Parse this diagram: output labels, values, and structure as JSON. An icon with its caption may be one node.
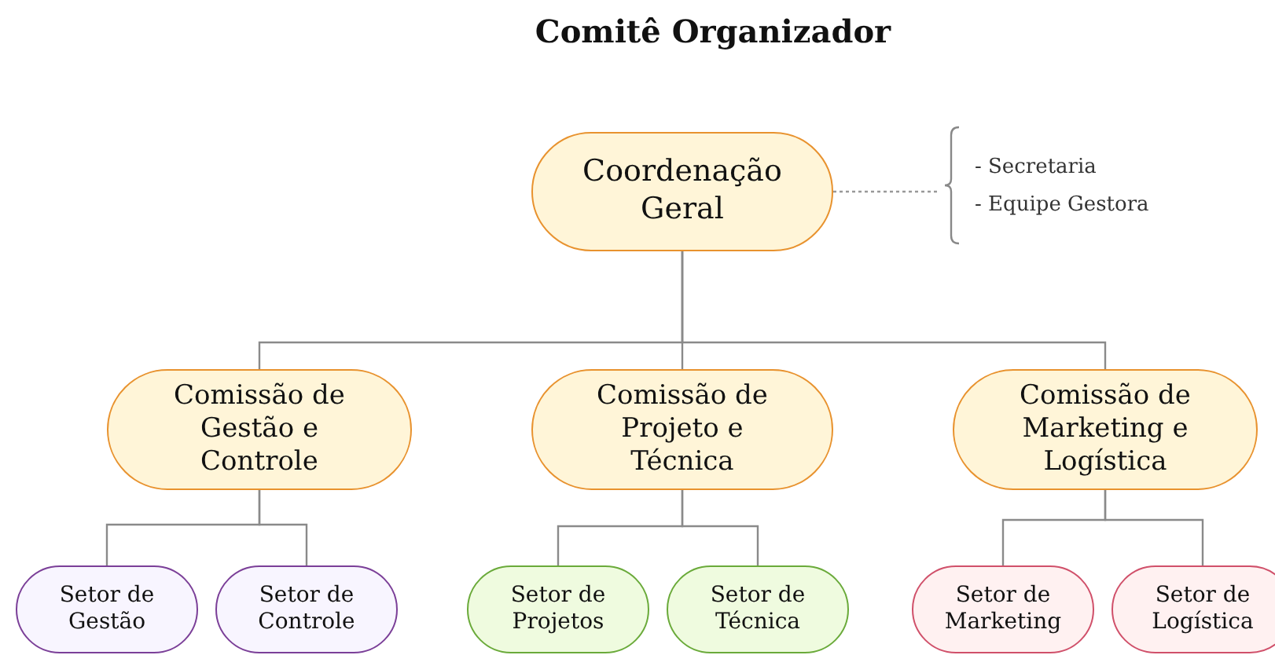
{
  "diagram": {
    "title": "Comitê Organizador",
    "nodes": [
      {
        "text": [
          "Coordenação Geral"
        ]
      },
      {
        "text": [
          "- Secretaria",
          "- Equipe Gestora"
        ]
      },
      {
        "text": [
          "Comissão de Gestão e Controle"
        ]
      },
      {
        "text": [
          "Comissão de Projeto e Técnica"
        ]
      },
      {
        "text": [
          "Comissão de Marketing e Logística"
        ]
      },
      {
        "text": [
          "Setor de Gestão"
        ]
      },
      {
        "text": [
          "Setor de Controle"
        ]
      },
      {
        "text": [
          "Setor de Projetos"
        ]
      },
      {
        "text": [
          "Setor de Técnica"
        ]
      },
      {
        "text": [
          "Setor de Marketing"
        ]
      },
      {
        "text": [
          "Setor de Logística"
        ]
      }
    ],
    "edges": [
      {
        "from": 0,
        "to": 1,
        "arrow": "none",
        "style": "dashed"
      },
      {
        "from": 0,
        "to": 2,
        "arrow": "none"
      },
      {
        "from": 0,
        "to": 3,
        "arrow": "none"
      },
      {
        "from": 0,
        "to": 4,
        "arrow": "none"
      },
      {
        "from": 2,
        "to": 5,
        "arrow": "none"
      },
      {
        "from": 2,
        "to": 6,
        "arrow": "none"
      },
      {
        "from": 3,
        "to": 7,
        "arrow": "none"
      },
      {
        "from": 3,
        "to": 8,
        "arrow": "none"
      },
      {
        "from": 4,
        "to": 9,
        "arrow": "none"
      },
      {
        "from": 4,
        "to": 10,
        "arrow": "none"
      }
    ]
  }
}
